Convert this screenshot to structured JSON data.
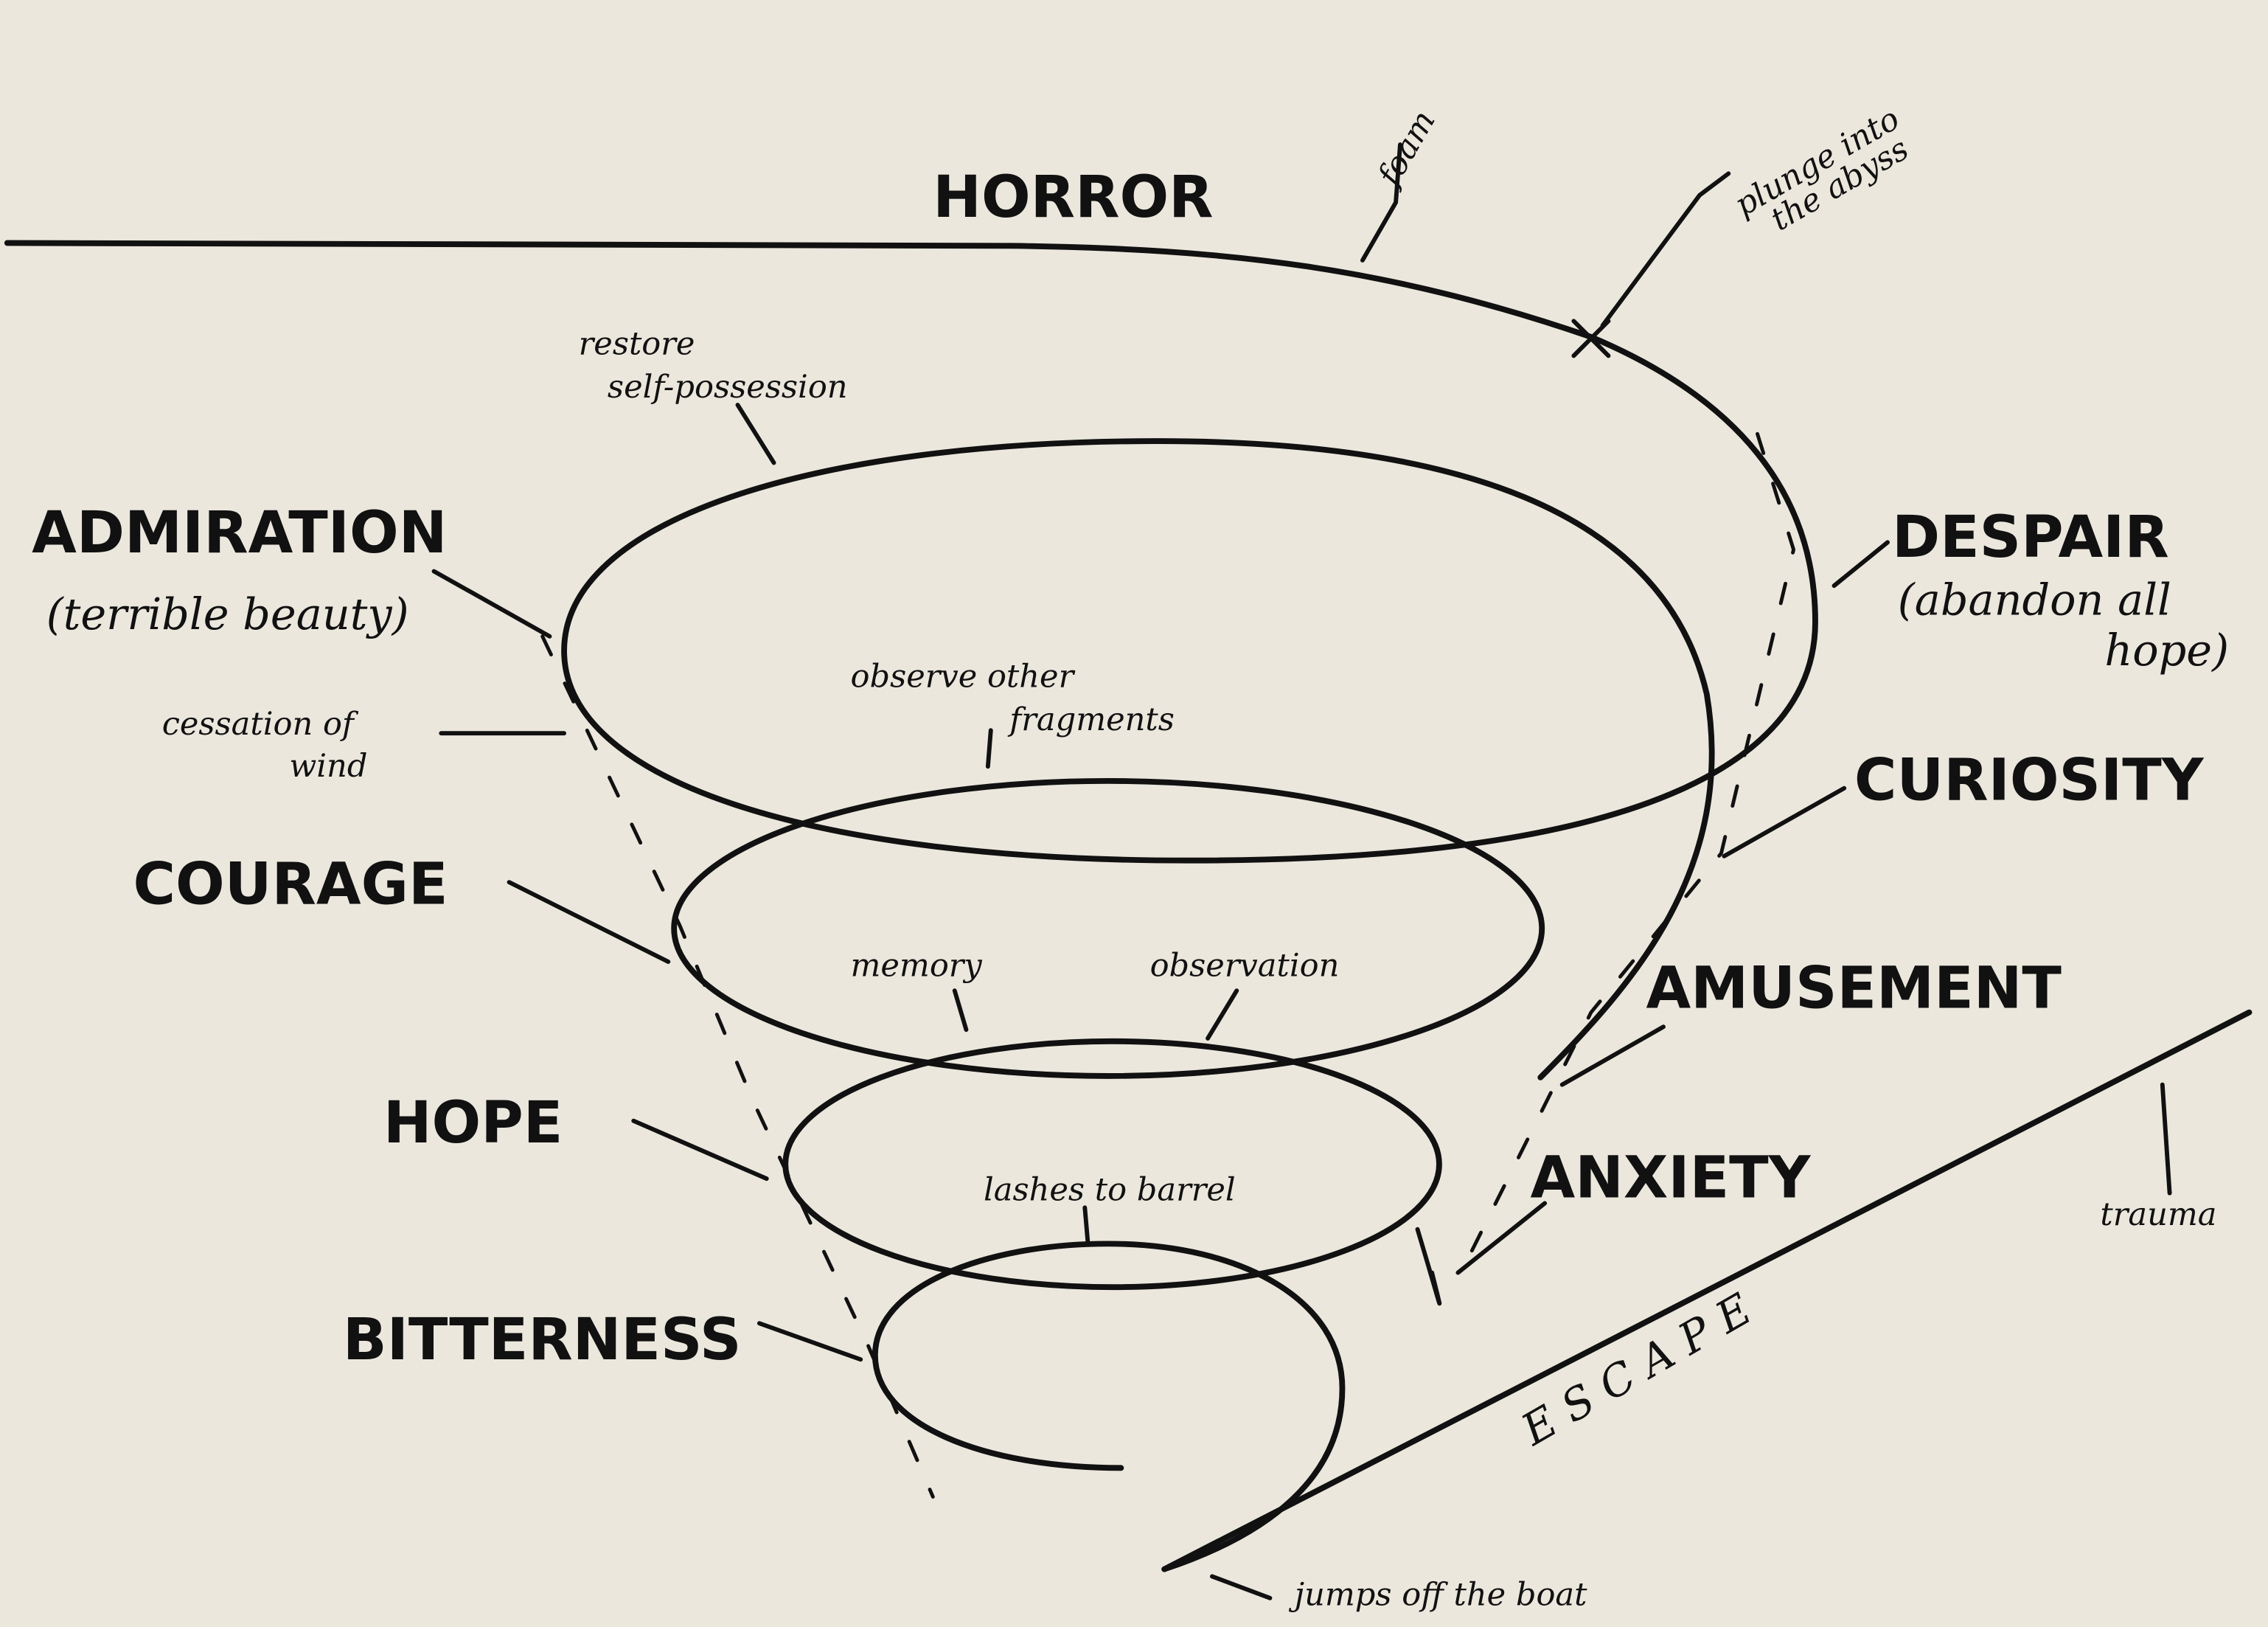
{
  "title": "HORROR",
  "emotions": {
    "admiration": "ADMIRATION",
    "admiration_note": "(terrible beauty)",
    "courage": "COURAGE",
    "hope": "HOPE",
    "bitterness": "BITTERNESS",
    "despair": "DESPAIR",
    "despair_note_1": "(abandon all",
    "despair_note_2": "hope)",
    "curiosity": "CURIOSITY",
    "amusement": "AMUSEMENT",
    "anxiety": "ANXIETY",
    "escape": "E S C A P E"
  },
  "notes": {
    "foam": "foam",
    "plunge_1": "plunge into",
    "plunge_2": "the abyss",
    "restore_1": "restore",
    "restore_2": "self-possession",
    "cessation_1": "cessation of",
    "cessation_2": "wind",
    "observe_1": "observe other",
    "observe_2": "fragments",
    "memory": "memory",
    "observation": "observation",
    "lashes": "lashes to barrel",
    "trauma": "trauma",
    "jumps": "jumps off the boat"
  },
  "colors": {
    "paper": "#ebe7dd",
    "ink": "#111111"
  }
}
